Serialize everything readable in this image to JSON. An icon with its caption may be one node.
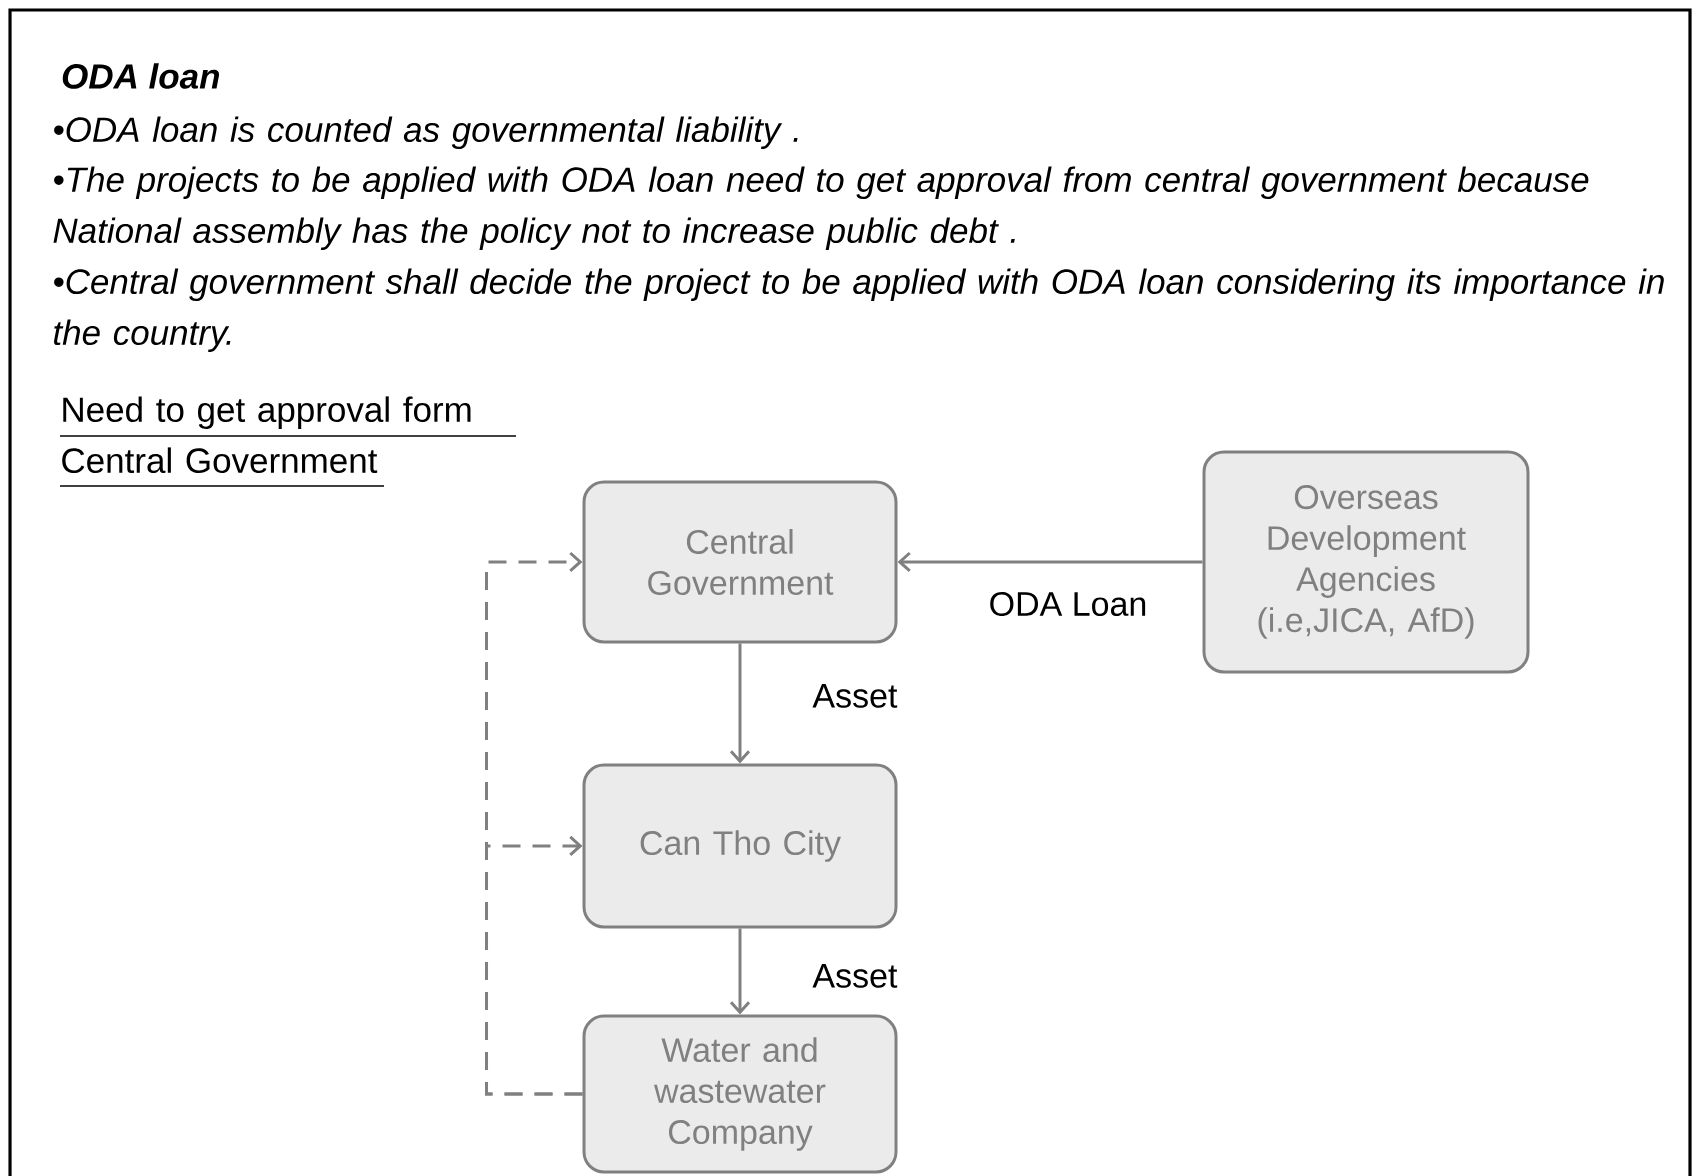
{
  "diagram": {
    "title": "ODA loan",
    "nodes": [
      {
        "text": [
          "Central Government"
        ]
      },
      {
        "text": [
          "Overseas Development Agencies (i.e,JICA, AfD)"
        ]
      },
      {
        "text": [
          "Can Tho City"
        ]
      },
      {
        "text": [
          "Water and wastewater Company"
        ]
      }
    ],
    "edges": [
      {
        "from": 1,
        "to": 0,
        "arrow": "to",
        "label": "ODA Loan"
      },
      {
        "from": 0,
        "to": 2,
        "arrow": "to",
        "label": "Asset"
      },
      {
        "from": 2,
        "to": 3,
        "arrow": "to",
        "label": "Asset"
      },
      {
        "from": 3,
        "to": 0,
        "arrow": "to",
        "style": "dashed"
      },
      {
        "from": 3,
        "to": 2,
        "arrow": "to",
        "style": "dashed"
      }
    ],
    "labels": [
      "•ODA loan is counted as governmental liability .",
      "•The projects to be applied with ODA loan need to get approval from central government because National assembly has the policy not to increase public debt .",
      "•Central government shall decide the project to be applied with ODA loan considering its importance in the country.",
      "Need to get approval form Central Government"
    ]
  }
}
